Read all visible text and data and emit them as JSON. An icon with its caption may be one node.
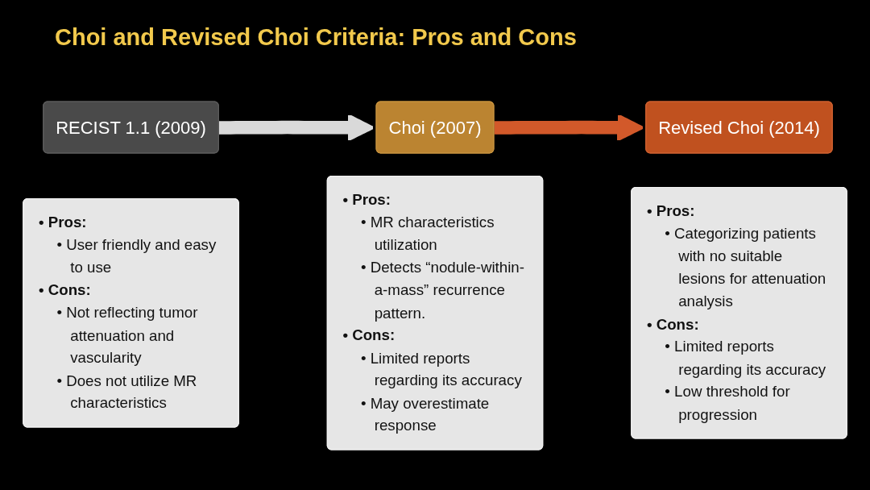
{
  "diagram": {
    "title": "Choi and Revised Choi Criteria: Pros and Cons",
    "nodes": [
      {
        "text": [
          "RECIST 1.1 (2009)"
        ]
      },
      {
        "text": [
          "• Pros:",
          "• User friendly and easy to use",
          "• Cons:",
          "• Not reflecting tumor attenuation and vascularity",
          "• Does not utilize MR characteristics"
        ]
      },
      {
        "text": [
          "Choi (2007)"
        ]
      },
      {
        "text": [
          "• Pros:",
          "• MR characteristics utilization",
          "• Detects “nodule-within-a-mass” recurrence pattern.",
          "• Cons:",
          "• Limited reports regarding its accuracy",
          "• May overestimate response"
        ]
      },
      {
        "text": [
          "Revised Choi (2014)"
        ]
      },
      {
        "text": [
          "• Pros:",
          "• Categorizing patients with no suitable lesions for attenuation analysis",
          "• Cons:",
          "• Limited reports regarding its accuracy",
          "• Low threshold for progression"
        ]
      }
    ],
    "edges": [
      {
        "from": 0,
        "to": 2,
        "arrow": "to",
        "color": "#d9d9d9"
      },
      {
        "from": 2,
        "to": 4,
        "arrow": "to",
        "color": "#d2592a"
      }
    ]
  }
}
